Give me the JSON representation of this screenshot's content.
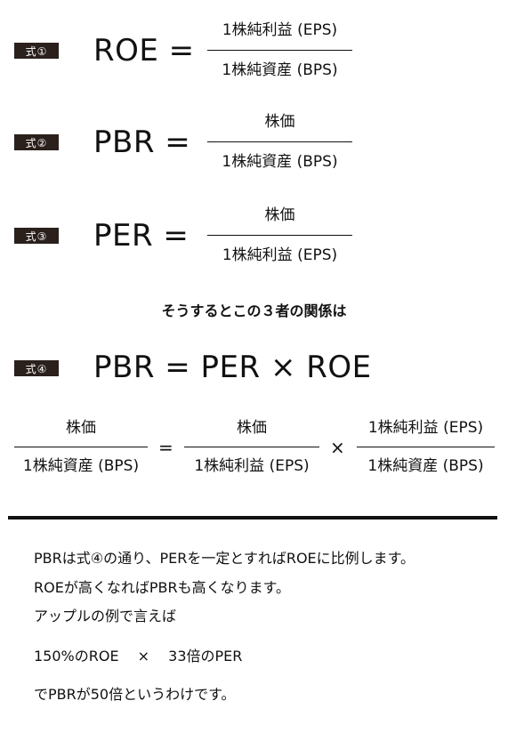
{
  "formulas": [
    {
      "badge": "式①",
      "lhs": "ROE =",
      "numerator": "1株純利益 (EPS)",
      "denominator": "1株純資産 (BPS)"
    },
    {
      "badge": "式②",
      "lhs": "PBR =",
      "numerator": "株価",
      "denominator": "1株純資産 (BPS)"
    },
    {
      "badge": "式③",
      "lhs": "PER =",
      "numerator": "株価",
      "denominator": "1株純利益 (EPS)"
    }
  ],
  "middle_text": "そうするとこの３者の関係は",
  "formula4": {
    "badge": "式④",
    "expression": "PBR = PER × ROE",
    "frac1": {
      "numerator": "株価",
      "denominator": "1株純資産 (BPS)"
    },
    "eq": "=",
    "frac2": {
      "numerator": "株価",
      "denominator": "1株純利益 (EPS)"
    },
    "times": "×",
    "frac3": {
      "numerator": "1株純利益 (EPS)",
      "denominator": "1株純資産 (BPS)"
    }
  },
  "paragraph": {
    "line1": "PBRは式④の通り、PERを一定とすればROEに比例します。",
    "line2": "ROEが高くなればPBRも高くなります。",
    "line3": "アップルの例で言えば",
    "line4": "150%のROE　 ×　 33倍のPER",
    "line5": "でPBRが50倍というわけです。"
  }
}
